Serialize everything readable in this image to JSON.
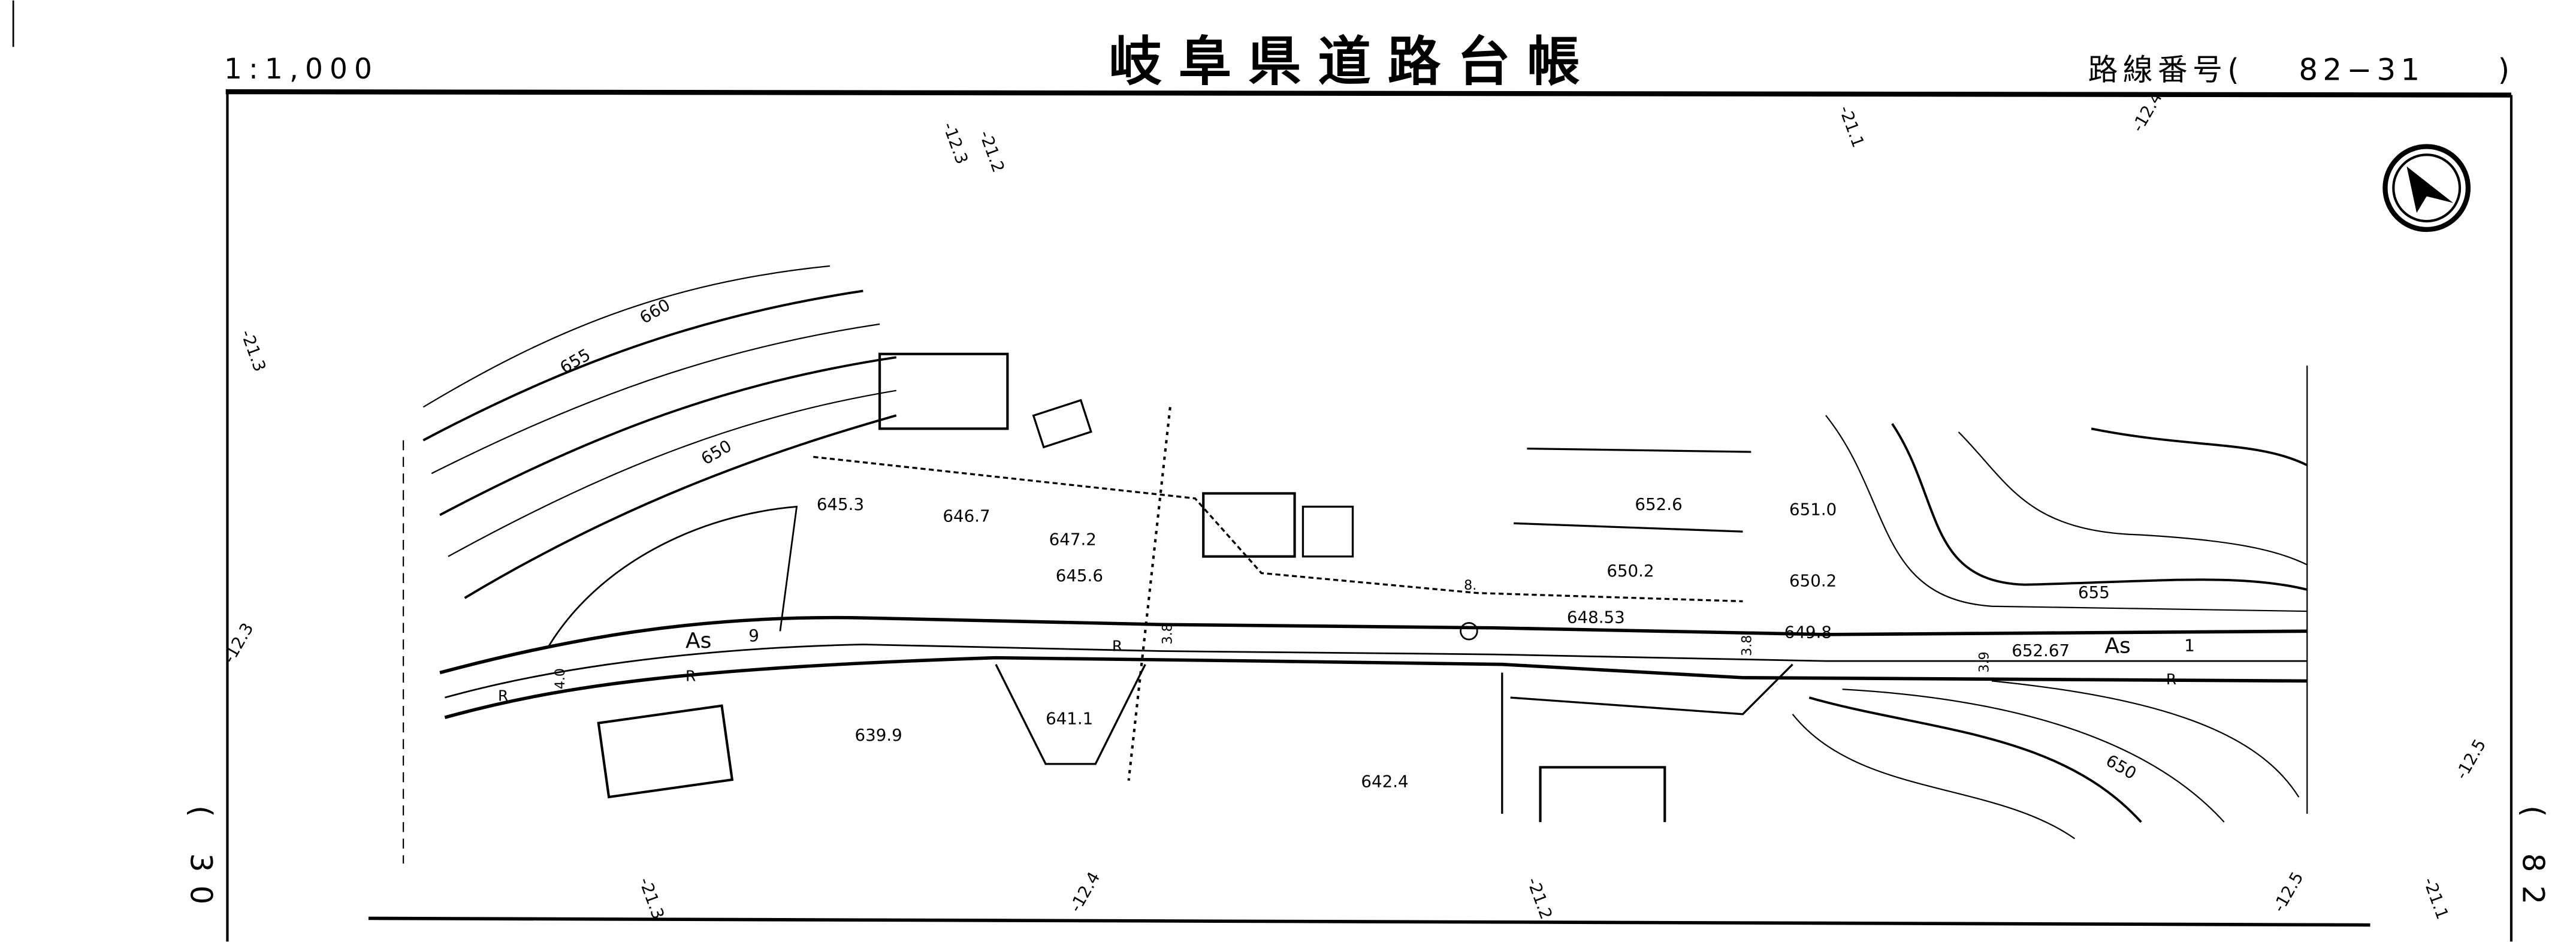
{
  "header": {
    "scale": "1:1,000",
    "title": "岐阜県道路台帳",
    "route_label": "路線番号(",
    "route_number": "82−31",
    "route_close": ")"
  },
  "side_labels": {
    "left": "( 30 −",
    "right": "( 82 −"
  },
  "north_arrow": "north-arrow",
  "contours": [
    "660",
    "655",
    "650",
    "655",
    "650"
  ],
  "grid_labels": [
    "-12.3",
    "-21.2",
    "-21.1",
    "-12.4",
    "-21.3",
    "-12.3",
    "-21.3",
    "-12.4",
    "-21.2",
    "-12.5",
    "-12.5",
    "-21.1"
  ],
  "elevations": [
    "645.3",
    "646.7",
    "647.2",
    "645.6",
    "652.6",
    "651.0",
    "650.2",
    "650.2",
    "648.53",
    "649.8",
    "652.67",
    "641.1",
    "639.9",
    "642.4"
  ],
  "road_labels": {
    "surface_left": "As",
    "surface_right": "As",
    "num_left": "9",
    "num_right": "1",
    "r": "R"
  },
  "widths": [
    "4.0",
    "3.8",
    "3.8",
    "3.9",
    "8."
  ]
}
